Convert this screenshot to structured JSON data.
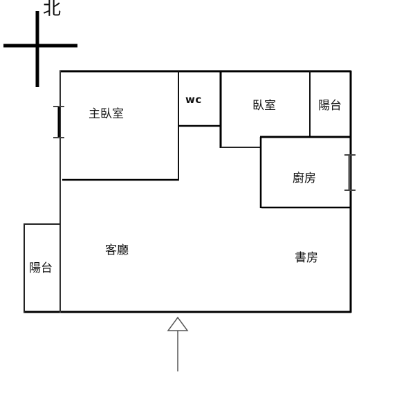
{
  "floor_plan": {
    "compass": {
      "label": "北",
      "meaning": "North"
    },
    "entrance": {
      "symbol": "arrow-up",
      "meaning": "Entrance"
    },
    "rooms": [
      {
        "id": "master-bedroom",
        "label": "主臥室"
      },
      {
        "id": "wc",
        "label": "wc"
      },
      {
        "id": "bedroom",
        "label": "臥室"
      },
      {
        "id": "balcony-east",
        "label": "陽台"
      },
      {
        "id": "kitchen",
        "label": "廚房"
      },
      {
        "id": "living-room",
        "label": "客廳"
      },
      {
        "id": "study",
        "label": "書房"
      },
      {
        "id": "balcony-west",
        "label": "陽台"
      }
    ],
    "windows": [
      {
        "id": "window-master-bedroom",
        "room": "主臥室",
        "side": "west"
      },
      {
        "id": "window-kitchen",
        "room": "廚房",
        "side": "east"
      }
    ],
    "colors": {
      "wall": "#000000",
      "thin_wall": "#222222",
      "arrow": "#555555",
      "background": "#ffffff"
    }
  }
}
